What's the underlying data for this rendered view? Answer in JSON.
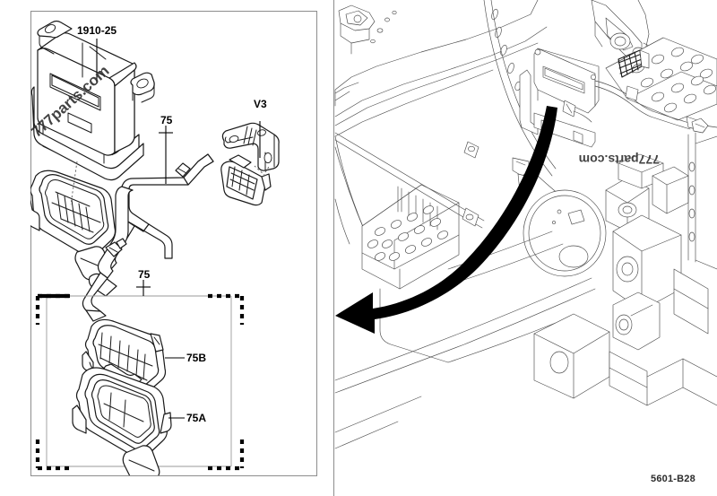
{
  "figure": {
    "code": "5601-B28",
    "watermark": "777parts.com"
  },
  "left_panel": {
    "name": "exploded-parts-view",
    "callouts": [
      {
        "id": "ecu",
        "label": "1910-25",
        "description": "control module / ECU"
      },
      {
        "id": "harness",
        "label": "75",
        "description": "wiring harness assembly"
      },
      {
        "id": "bracket",
        "label": "V3",
        "description": "mounting bracket"
      },
      {
        "id": "detail-group",
        "label": "75",
        "description": "connector detail group"
      },
      {
        "id": "connector-upper",
        "label": "75B",
        "description": "connector cover"
      },
      {
        "id": "connector-lower",
        "label": "75A",
        "description": "connector body"
      }
    ]
  },
  "right_panel": {
    "name": "installation-location-view",
    "arrow": {
      "label": "installation-direction-arrow",
      "direction": "left"
    }
  }
}
